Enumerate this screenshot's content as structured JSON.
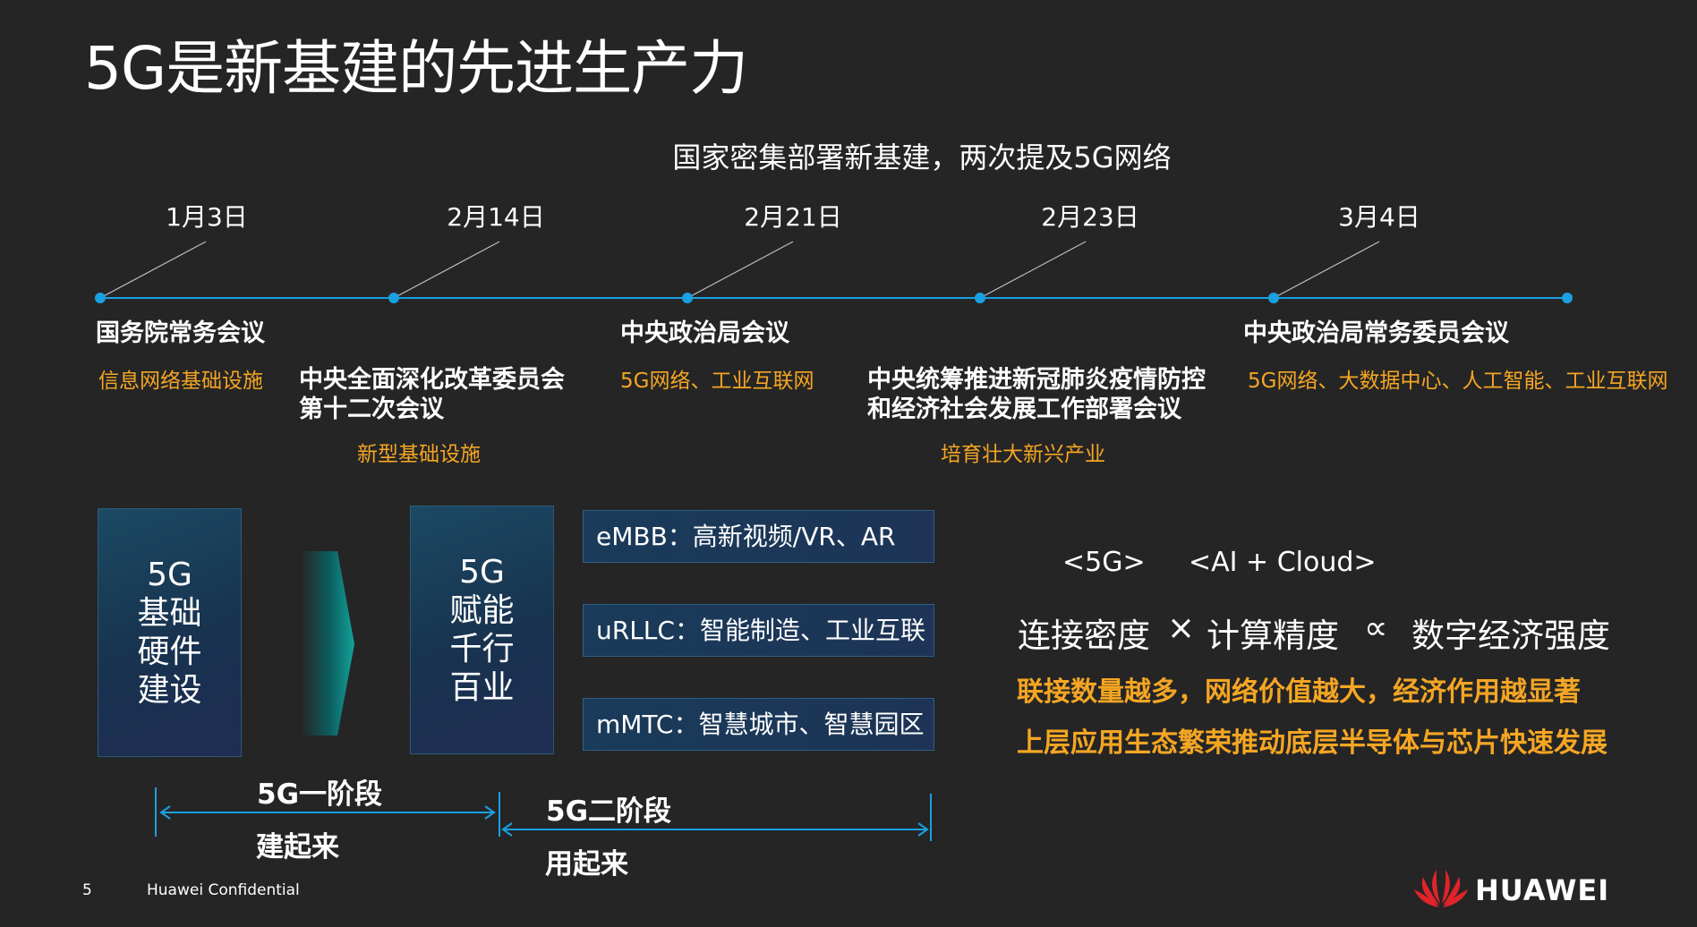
{
  "title": "5G是新基建的先进生产力",
  "subtitle": "国家密集部署新基建，两次提及5G网络",
  "timeline": {
    "dates": [
      "1月3日",
      "2月14日",
      "2月21日",
      "2月23日",
      "3月4日"
    ],
    "meetings": [
      {
        "name": "国务院常务会议",
        "tag": "信息网络基础设施"
      },
      {
        "name_l1": "中央全面深化改革委员会",
        "name_l2": "第十二次会议",
        "tag": "新型基础设施"
      },
      {
        "name": "中央政治局会议",
        "tag": "5G网络、工业互联网"
      },
      {
        "name_l1": "中央统筹推进新冠肺炎疫情防控",
        "name_l2": "和经济社会发展工作部署会议",
        "tag": "培育壮大新兴产业"
      },
      {
        "name": "中央政治局常务委员会议",
        "tag": "5G网络、大数据中心、人工智能、工业互联网"
      }
    ]
  },
  "stages": {
    "box1": [
      "5G",
      "基础",
      "硬件",
      "建设"
    ],
    "box2": [
      "5G",
      "赋能",
      "千行",
      "百业"
    ],
    "usecases": [
      "eMBB：高新视频/VR、AR",
      "uRLLC：智能制造、工业互联",
      "mMTC：智慧城市、智慧园区"
    ],
    "phase1": {
      "label": "5G一阶段",
      "sub": "建起来"
    },
    "phase2": {
      "label": "5G二阶段",
      "sub": "用起来"
    }
  },
  "formula": {
    "top_left": "<5G>",
    "top_right": "<AI + Cloud>",
    "term1": "连接密度",
    "op1": "×",
    "term2": "计算精度",
    "op2": "∝",
    "term3": "数字经济强度",
    "line1": "联接数量越多，网络价值越大，经济作用越显著",
    "line2": "上层应用生态繁荣推动底层半导体与芯片快速发展"
  },
  "footer": {
    "page": "5",
    "confidential": "Huawei Confidential",
    "logo": "HUAWEI"
  },
  "colors": {
    "background": "#252526",
    "accent_blue": "#1aa0e0",
    "accent_gold": "#f5a623",
    "logo_red": "#e0242a"
  }
}
